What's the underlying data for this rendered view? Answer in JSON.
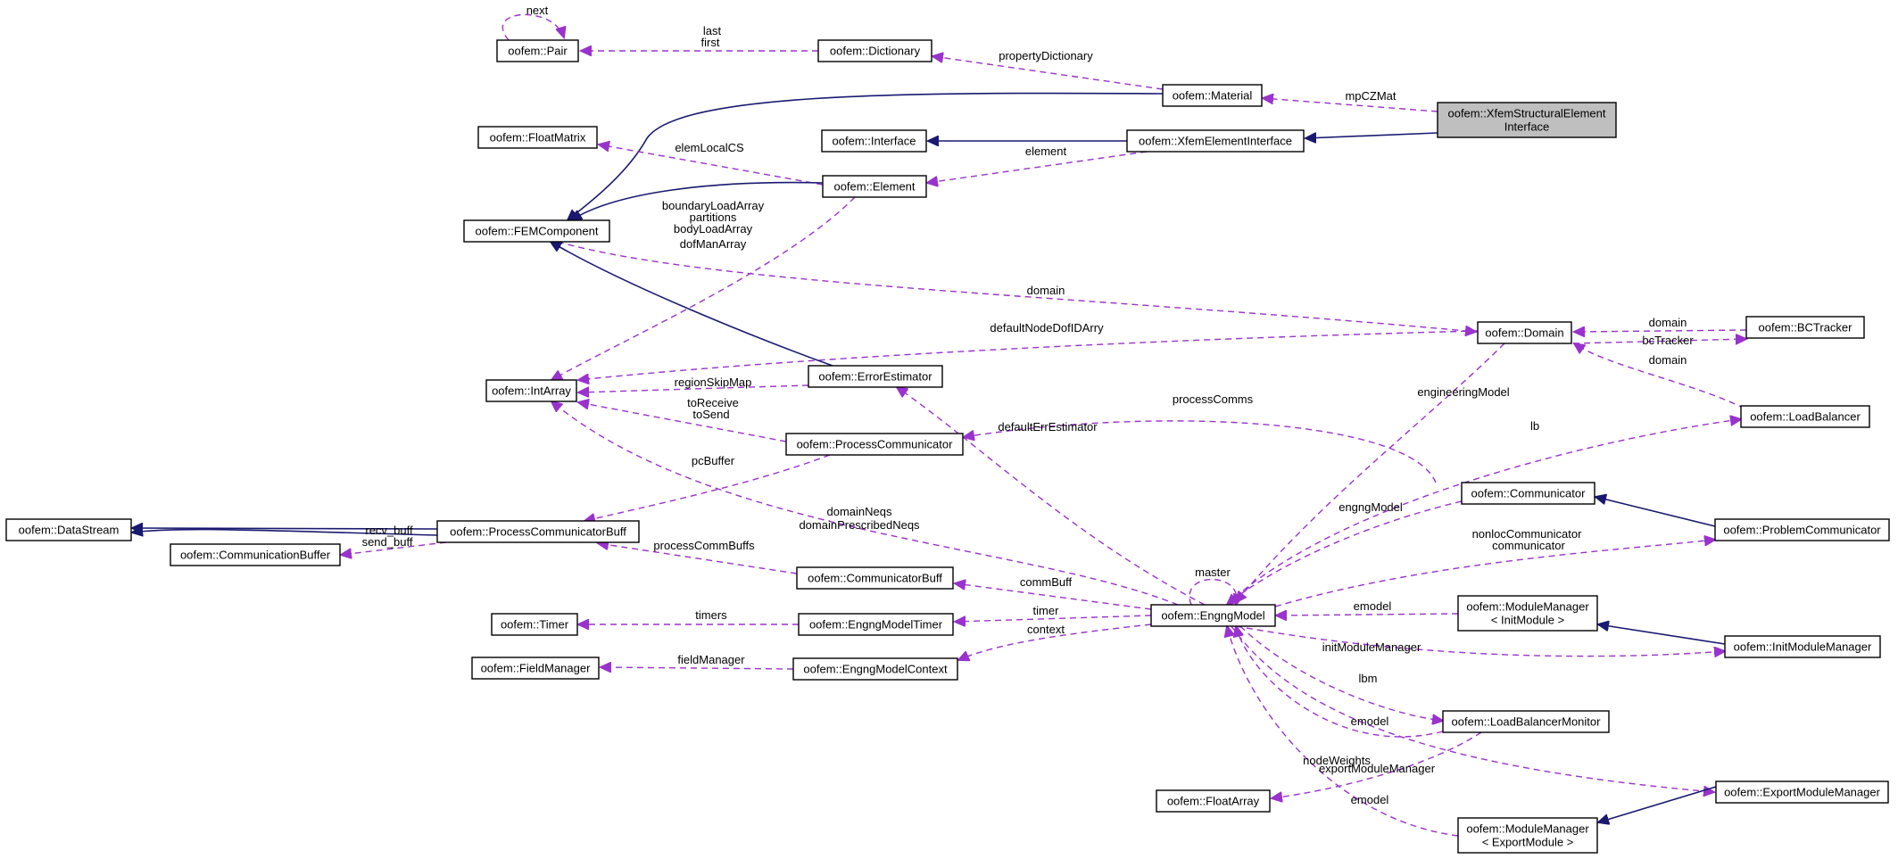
{
  "colors": {
    "inheritance": "#191970",
    "usage": "#9a32cd",
    "focus_fill": "#bfbfbf"
  },
  "nodes": {
    "pair": {
      "lines": [
        "oofem::Pair"
      ]
    },
    "dictionary": {
      "lines": [
        "oofem::Dictionary"
      ]
    },
    "material": {
      "lines": [
        "oofem::Material"
      ]
    },
    "xfem_struct": {
      "lines": [
        "oofem::XfemStructuralElement",
        "Interface"
      ]
    },
    "floatmatrix": {
      "lines": [
        "oofem::FloatMatrix"
      ]
    },
    "interface": {
      "lines": [
        "oofem::Interface"
      ]
    },
    "xfem_elem": {
      "lines": [
        "oofem::XfemElementInterface"
      ]
    },
    "element": {
      "lines": [
        "oofem::Element"
      ]
    },
    "femcomponent": {
      "lines": [
        "oofem::FEMComponent"
      ]
    },
    "domain": {
      "lines": [
        "oofem::Domain"
      ]
    },
    "bctracker": {
      "lines": [
        "oofem::BCTracker"
      ]
    },
    "intarray": {
      "lines": [
        "oofem::IntArray"
      ]
    },
    "errorestimator": {
      "lines": [
        "oofem::ErrorEstimator"
      ]
    },
    "loadbalancer": {
      "lines": [
        "oofem::LoadBalancer"
      ]
    },
    "processcomm": {
      "lines": [
        "oofem::ProcessCommunicator"
      ]
    },
    "communicator": {
      "lines": [
        "oofem::Communicator"
      ]
    },
    "problemcomm": {
      "lines": [
        "oofem::ProblemCommunicator"
      ]
    },
    "datastream": {
      "lines": [
        "oofem::DataStream"
      ]
    },
    "pcbuff": {
      "lines": [
        "oofem::ProcessCommunicatorBuff"
      ]
    },
    "commbuffer": {
      "lines": [
        "oofem::CommunicationBuffer"
      ]
    },
    "commbuff": {
      "lines": [
        "oofem::CommunicatorBuff"
      ]
    },
    "engngmodel": {
      "lines": [
        "oofem::EngngModel"
      ]
    },
    "mm_init": {
      "lines": [
        "oofem::ModuleManager",
        "< InitModule >"
      ]
    },
    "timer": {
      "lines": [
        "oofem::Timer"
      ]
    },
    "engngtimer": {
      "lines": [
        "oofem::EngngModelTimer"
      ]
    },
    "initmm": {
      "lines": [
        "oofem::InitModuleManager"
      ]
    },
    "fieldmanager": {
      "lines": [
        "oofem::FieldManager"
      ]
    },
    "engngcontext": {
      "lines": [
        "oofem::EngngModelContext"
      ]
    },
    "lbmonitor": {
      "lines": [
        "oofem::LoadBalancerMonitor"
      ]
    },
    "floatarray": {
      "lines": [
        "oofem::FloatArray"
      ]
    },
    "exportmm": {
      "lines": [
        "oofem::ExportModuleManager"
      ]
    },
    "mm_export": {
      "lines": [
        "oofem::ModuleManager",
        "< ExportModule >"
      ]
    }
  },
  "edges": [
    {
      "from": "pair",
      "to": "pair",
      "kind": "usage",
      "label": [
        "next"
      ]
    },
    {
      "from": "dictionary",
      "to": "pair",
      "kind": "usage",
      "label": [
        "last",
        "first"
      ]
    },
    {
      "from": "material",
      "to": "dictionary",
      "kind": "usage",
      "label": [
        "propertyDictionary"
      ]
    },
    {
      "from": "xfem_struct",
      "to": "material",
      "kind": "usage",
      "label": [
        "mpCZMat"
      ]
    },
    {
      "from": "material",
      "to": "femcomponent",
      "kind": "inheritance",
      "label": []
    },
    {
      "from": "xfem_struct",
      "to": "xfem_elem",
      "kind": "inheritance",
      "label": []
    },
    {
      "from": "xfem_elem",
      "to": "interface",
      "kind": "inheritance",
      "label": []
    },
    {
      "from": "xfem_elem",
      "to": "element",
      "kind": "usage",
      "label": [
        "element"
      ]
    },
    {
      "from": "element",
      "to": "floatmatrix",
      "kind": "usage",
      "label": [
        "elemLocalCS"
      ]
    },
    {
      "from": "element",
      "to": "femcomponent",
      "kind": "inheritance",
      "label": []
    },
    {
      "from": "element",
      "to": "intarray",
      "kind": "usage",
      "label": [
        "boundaryLoadArray",
        "partitions",
        "bodyLoadArray",
        "dofManArray"
      ]
    },
    {
      "from": "femcomponent",
      "to": "domain",
      "kind": "usage",
      "label": [
        "domain"
      ]
    },
    {
      "from": "domain",
      "to": "intarray",
      "kind": "usage",
      "label": [
        "defaultNodeDofIDArry"
      ]
    },
    {
      "from": "bctracker",
      "to": "domain",
      "kind": "usage",
      "label": [
        "domain"
      ]
    },
    {
      "from": "domain",
      "to": "bctracker",
      "kind": "usage",
      "label": [
        "bcTracker"
      ]
    },
    {
      "from": "loadbalancer",
      "to": "domain",
      "kind": "usage",
      "label": [
        "domain"
      ]
    },
    {
      "from": "errorestimator",
      "to": "femcomponent",
      "kind": "inheritance",
      "label": []
    },
    {
      "from": "errorestimator",
      "to": "intarray",
      "kind": "usage",
      "label": [
        "regionSkipMap"
      ]
    },
    {
      "from": "processcomm",
      "to": "intarray",
      "kind": "usage",
      "label": [
        "toReceive",
        "toSend"
      ]
    },
    {
      "from": "communicator",
      "to": "processcomm",
      "kind": "usage",
      "label": [
        "processComms"
      ]
    },
    {
      "from": "domain",
      "to": "engngmodel",
      "kind": "usage",
      "label": [
        "engineeringModel"
      ]
    },
    {
      "from": "engngmodel",
      "to": "loadbalancer",
      "kind": "usage",
      "label": [
        "lb"
      ]
    },
    {
      "from": "engngmodel",
      "to": "errorestimator",
      "kind": "usage",
      "label": [
        "defaultErrEstimator"
      ]
    },
    {
      "from": "processcomm",
      "to": "pcbuff",
      "kind": "usage",
      "label": [
        "pcBuffer"
      ]
    },
    {
      "from": "problemcomm",
      "to": "communicator",
      "kind": "inheritance",
      "label": []
    },
    {
      "from": "communicator",
      "to": "engngmodel",
      "kind": "usage",
      "label": [
        "engngModel"
      ]
    },
    {
      "from": "pcbuff",
      "to": "datastream",
      "kind": "inheritance",
      "label": []
    },
    {
      "from": "commbuffer",
      "to": "datastream",
      "kind": "inheritance",
      "label": []
    },
    {
      "from": "pcbuff",
      "to": "commbuffer",
      "kind": "usage",
      "label": [
        "recv_buff",
        "send_buff"
      ]
    },
    {
      "from": "engngmodel",
      "to": "intarray",
      "kind": "usage",
      "label": [
        "domainNeqs",
        "domainPrescribedNeqs"
      ]
    },
    {
      "from": "engngmodel",
      "to": "problemcomm",
      "kind": "usage",
      "label": [
        "nonlocCommunicator",
        "communicator"
      ]
    },
    {
      "from": "commbuff",
      "to": "pcbuff",
      "kind": "usage",
      "label": [
        "processCommBuffs"
      ]
    },
    {
      "from": "engngmodel",
      "to": "engngmodel",
      "kind": "usage",
      "label": [
        "master"
      ]
    },
    {
      "from": "engngmodel",
      "to": "commbuff",
      "kind": "usage",
      "label": [
        "commBuff"
      ]
    },
    {
      "from": "mm_init",
      "to": "engngmodel",
      "kind": "usage",
      "label": [
        "emodel"
      ]
    },
    {
      "from": "engngtimer",
      "to": "timer",
      "kind": "usage",
      "label": [
        "timers"
      ]
    },
    {
      "from": "engngmodel",
      "to": "engngtimer",
      "kind": "usage",
      "label": [
        "timer"
      ]
    },
    {
      "from": "initmm",
      "to": "mm_init",
      "kind": "inheritance",
      "label": []
    },
    {
      "from": "engngmodel",
      "to": "engngcontext",
      "kind": "usage",
      "label": [
        "context"
      ]
    },
    {
      "from": "engngcontext",
      "to": "fieldmanager",
      "kind": "usage",
      "label": [
        "fieldManager"
      ]
    },
    {
      "from": "engngmodel",
      "to": "initmm",
      "kind": "usage",
      "label": [
        "initModuleManager"
      ]
    },
    {
      "from": "engngmodel",
      "to": "lbmonitor",
      "kind": "usage",
      "label": [
        "lbm"
      ]
    },
    {
      "from": "lbmonitor",
      "to": "engngmodel",
      "kind": "usage",
      "label": [
        "emodel"
      ]
    },
    {
      "from": "lbmonitor",
      "to": "floatarray",
      "kind": "usage",
      "label": [
        "nodeWeights"
      ]
    },
    {
      "from": "engngmodel",
      "to": "exportmm",
      "kind": "usage",
      "label": [
        "exportModuleManager"
      ]
    },
    {
      "from": "exportmm",
      "to": "mm_export",
      "kind": "inheritance",
      "label": []
    },
    {
      "from": "mm_export",
      "to": "engngmodel",
      "kind": "usage",
      "label": [
        "emodel"
      ]
    }
  ]
}
